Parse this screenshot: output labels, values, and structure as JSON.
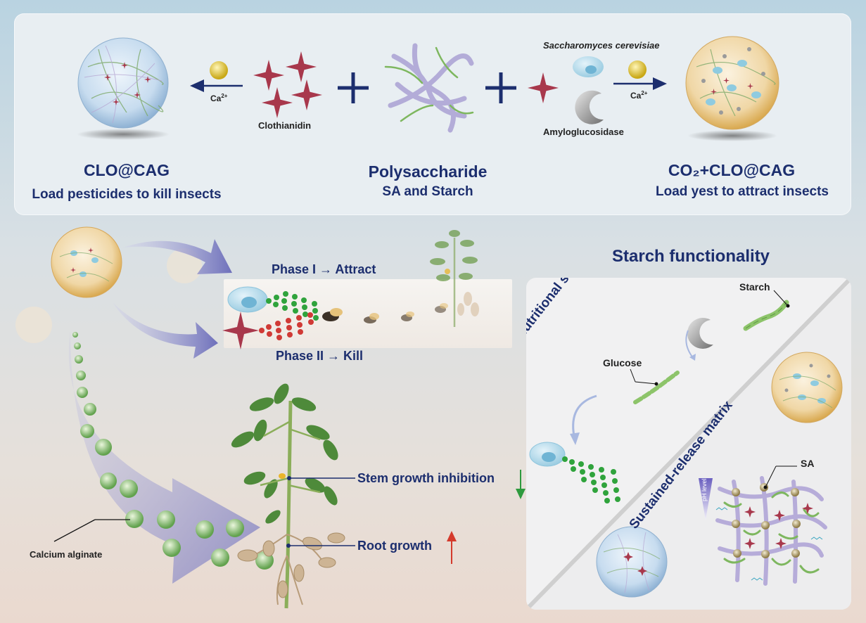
{
  "top": {
    "left_title": "CLO@CAG",
    "left_subtitle": "Load pesticides to kill insects",
    "center_title": "Polysaccharide",
    "center_subtitle": "SA and Starch",
    "right_title": "CO₂+CLO@CAG",
    "right_subtitle": "Load yest to attract insects",
    "clothianidin_label": "Clothianidin",
    "yeast_label": "Saccharomyces cerevisiae",
    "enzyme_label": "Amyloglucosidase",
    "ca_label_left": "Ca",
    "ca_label_right": "Ca",
    "ca_charge": "2+"
  },
  "middle": {
    "phase1": "Phase I → Attract",
    "phase2": "Phase II → Kill"
  },
  "bottom": {
    "stem_label": "Stem growth inhibition",
    "root_label": "Root growth",
    "calcium_label": "Calcium alginate"
  },
  "starch_panel": {
    "title": "Starch functionality",
    "nutritional": "Nutritional source",
    "sustained": "Sustained-release matrix",
    "starch": "Starch",
    "glucose": "Glucose",
    "sa": "SA",
    "ph": "pH level"
  },
  "colors": {
    "navy": "#1c2e6e",
    "pesticide": "#a8384c",
    "bead_green": "#8fbf7a",
    "arrow_lavender": "#8e8fc8",
    "down_arrow": "#2e9a3e",
    "up_arrow": "#d43a2c"
  }
}
